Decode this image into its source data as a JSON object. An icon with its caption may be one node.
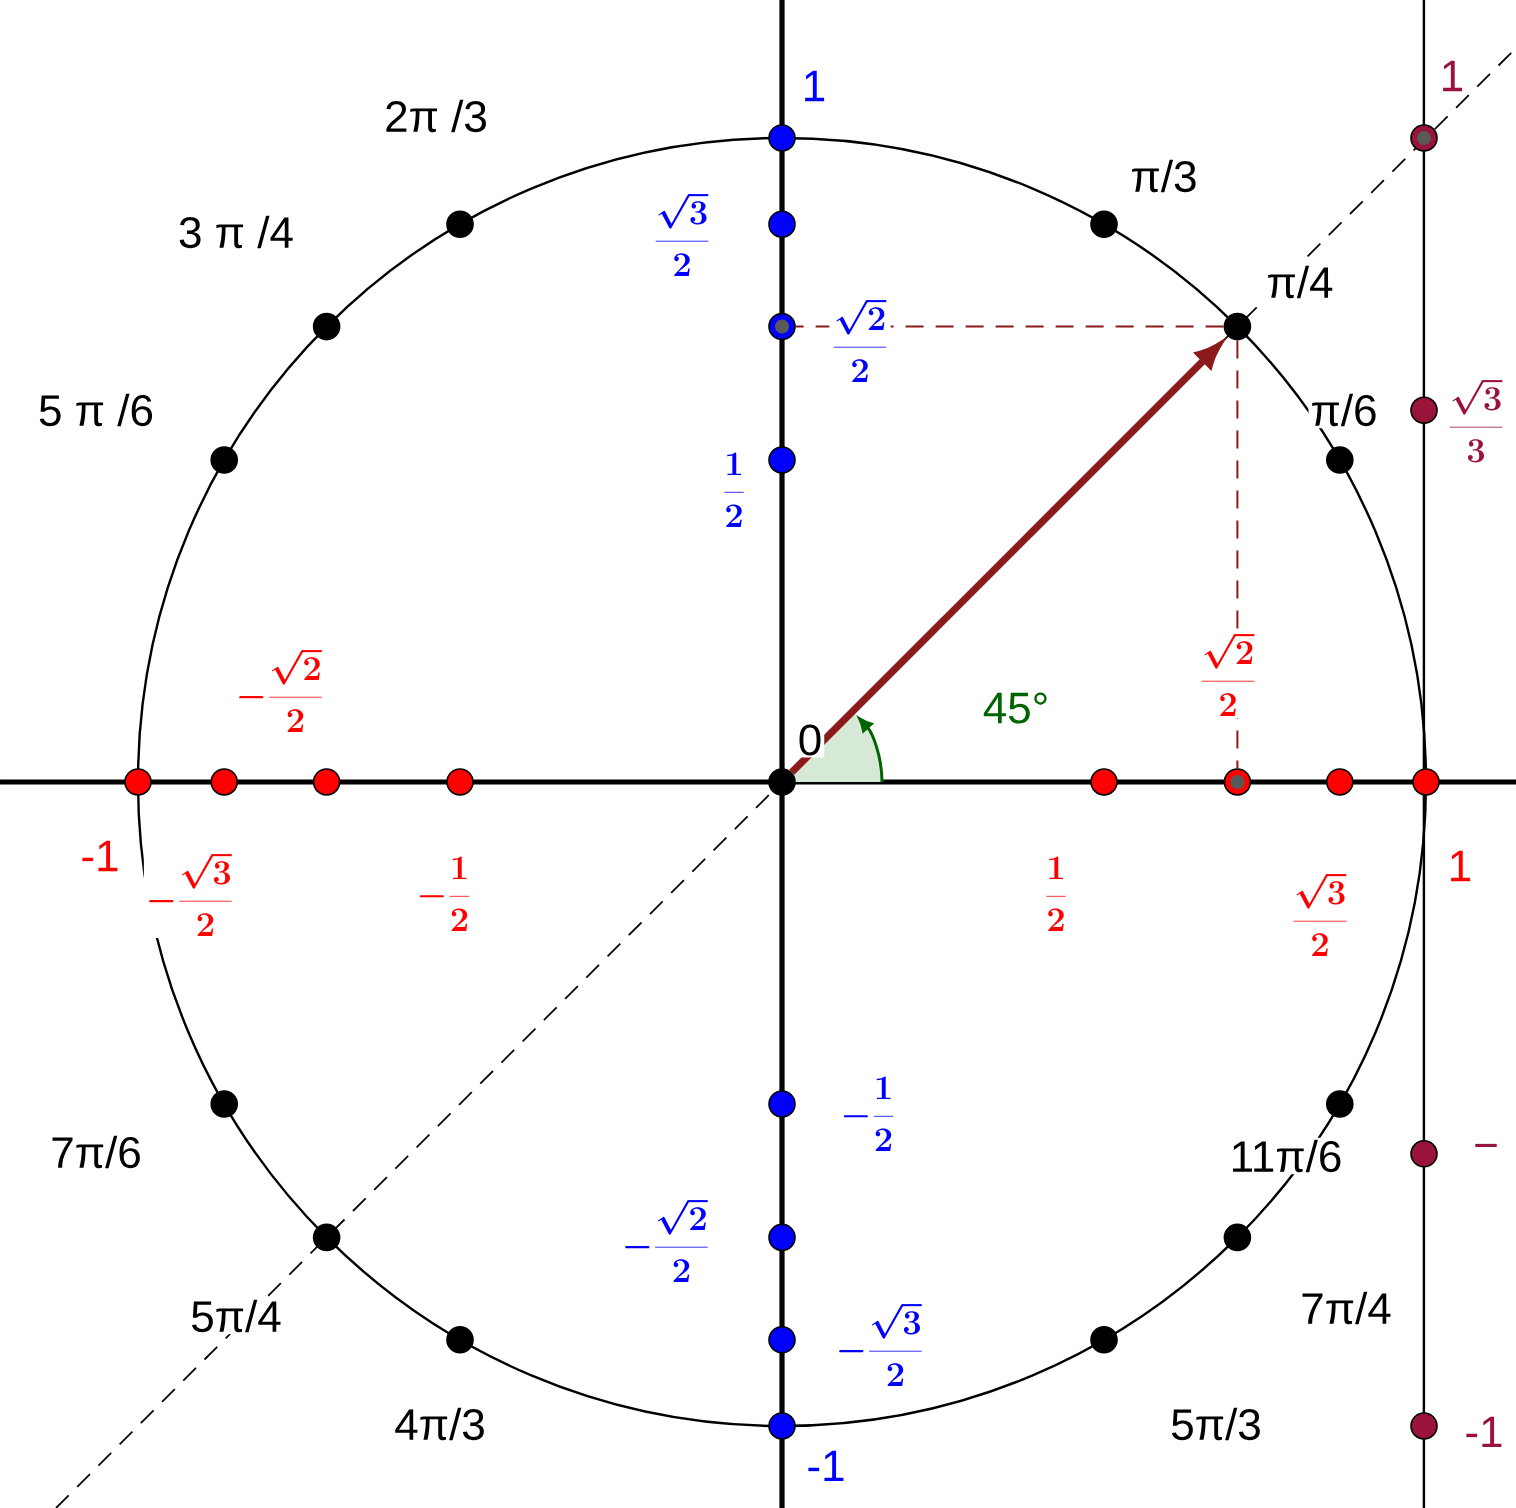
{
  "diagram": {
    "nodes": [
      {
        "text": [],
        "shape": "circle"
      },
      {
        "text": [],
        "shape": "circle"
      },
      {
        "text": [],
        "shape": "circle"
      },
      {
        "text": [],
        "shape": "circle"
      },
      {
        "text": [],
        "shape": "circle"
      },
      {
        "text": [],
        "shape": "circle"
      },
      {
        "text": [],
        "shape": "circle"
      },
      {
        "text": [],
        "shape": "circle"
      },
      {
        "text": [],
        "shape": "circle"
      },
      {
        "text": [],
        "shape": "circle"
      },
      {
        "text": [],
        "shape": "circle"
      },
      {
        "text": [],
        "shape": "circle"
      },
      {
        "text": [],
        "shape": "circle"
      },
      {
        "text": [],
        "shape": "circle"
      },
      {
        "text": [],
        "shape": "circle"
      },
      {
        "text": [],
        "shape": "circle"
      },
      {
        "text": [],
        "shape": "circle"
      },
      {
        "text": [],
        "shape": "circle"
      },
      {
        "text": [],
        "shape": "circle"
      },
      {
        "text": [],
        "shape": "circle"
      },
      {
        "text": [],
        "shape": "circle"
      },
      {
        "text": [],
        "shape": "circle"
      },
      {
        "text": [],
        "shape": "circle"
      },
      {
        "text": [],
        "shape": "circle"
      },
      {
        "text": [],
        "shape": "circle"
      },
      {
        "text": [],
        "shape": "circle"
      },
      {
        "text": [],
        "shape": "circle"
      },
      {
        "text": [],
        "shape": "circle"
      },
      {
        "text": [],
        "shape": "circle"
      },
      {
        "text": [],
        "shape": "circle"
      },
      {
        "text": [],
        "shape": "circle"
      },
      {
        "text": [],
        "shape": "circle"
      },
      {
        "text": [],
        "shape": "circle"
      }
    ],
    "edges": [
      {
        "from": 0,
        "to": 1,
        "arrow": "to",
        "style": "thick",
        "color": "#8b1a1a"
      },
      {
        "from": 1,
        "to": 23,
        "arrow": "none",
        "style": "dashed",
        "color": "#8b1a1a"
      },
      {
        "from": 1,
        "to": 18,
        "arrow": "none",
        "style": "dashed",
        "color": "#8b1a1a"
      }
    ],
    "labels": [
      "2π /3",
      "1",
      "π/3",
      "3 π /4",
      "\\frac{\\sqrt{3}}{2}",
      "1",
      "π/4",
      "\\frac{\\sqrt{2}}{2}",
      "5 π /6",
      "π/6",
      "\\frac{\\sqrt{3}}{3}",
      "\\frac{1}{2}",
      "-\\frac{\\sqrt{2}}{2}",
      "\\frac{\\sqrt{2}}{2}",
      "0",
      "45°",
      "-1",
      "-\\frac{\\sqrt{3}}{2}",
      "-\\frac{1}{2}",
      "\\frac{1}{2}",
      "\\frac{\\sqrt{3}}{2}",
      "1",
      "-\\frac{1}{2}",
      "7π/6",
      "11π/6",
      "−",
      "-\\frac{\\sqrt{2}}{2}",
      "5π/4",
      "7π/4",
      "-\\frac{\\sqrt{3}}{2}",
      "4π/3",
      "5π/3",
      "-1",
      "-1"
    ]
  }
}
